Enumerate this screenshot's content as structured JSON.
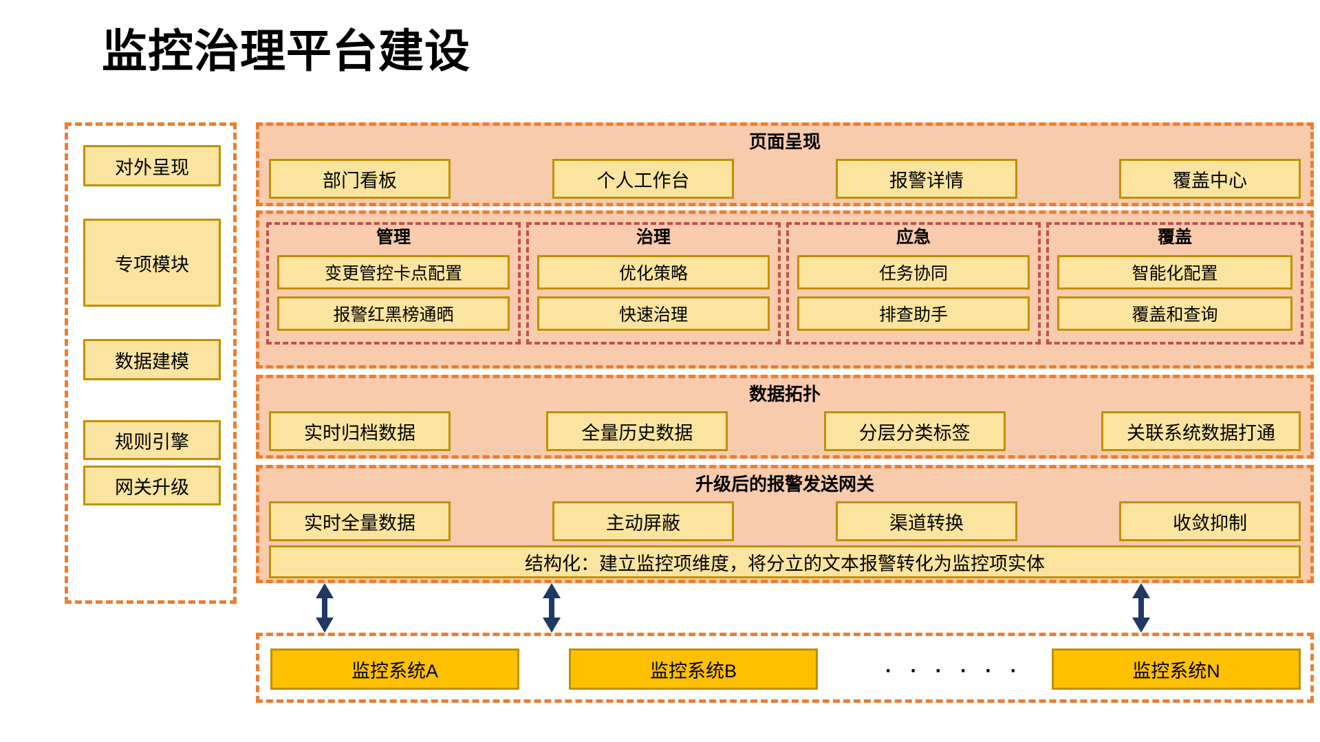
{
  "page": {
    "title": "监控治理平台建设"
  },
  "colors": {
    "band_fill": "#F7CBAC",
    "band_border": "#ED7D31",
    "cell_fill": "#FBE4A0",
    "cell_border": "#BF9000",
    "subgroup_border": "#C0504D",
    "system_fill": "#FFC000",
    "arrow": "#1F3864"
  },
  "sidebar": {
    "items": [
      {
        "label": "对外呈现"
      },
      {
        "label": "专项模块"
      },
      {
        "label": "数据建模"
      },
      {
        "label": "规则引擎"
      },
      {
        "label": "网关升级"
      }
    ]
  },
  "layers": {
    "presentation": {
      "title": "页面呈现",
      "cells": [
        {
          "label": "部门看板"
        },
        {
          "label": "个人工作台"
        },
        {
          "label": "报警详情"
        },
        {
          "label": "覆盖中心"
        }
      ]
    },
    "modules": {
      "groups": [
        {
          "title": "管理",
          "cells": [
            {
              "label": "变更管控卡点配置"
            },
            {
              "label": "报警红黑榜通晒"
            }
          ]
        },
        {
          "title": "治理",
          "cells": [
            {
              "label": "优化策略"
            },
            {
              "label": "快速治理"
            }
          ]
        },
        {
          "title": "应急",
          "cells": [
            {
              "label": "任务协同"
            },
            {
              "label": "排查助手"
            }
          ]
        },
        {
          "title": "覆盖",
          "cells": [
            {
              "label": "智能化配置"
            },
            {
              "label": "覆盖和查询"
            }
          ]
        }
      ]
    },
    "topology": {
      "title": "数据拓扑",
      "cells": [
        {
          "label": "实时归档数据"
        },
        {
          "label": "全量历史数据"
        },
        {
          "label": "分层分类标签"
        },
        {
          "label": "关联系统数据打通"
        }
      ]
    },
    "gateway": {
      "title": "升级后的报警发送网关",
      "cells": [
        {
          "label": "实时全量数据"
        },
        {
          "label": "主动屏蔽"
        },
        {
          "label": "渠道转换"
        },
        {
          "label": "收敛抑制"
        }
      ],
      "structured": "结构化：建立监控项维度，将分立的文本报警转化为监控项实体"
    },
    "systems": {
      "cells": [
        {
          "label": "监控系统A"
        },
        {
          "label": "监控系统B"
        },
        {
          "label": "监控系统N"
        }
      ],
      "ellipsis": "· · · · · ·"
    }
  }
}
